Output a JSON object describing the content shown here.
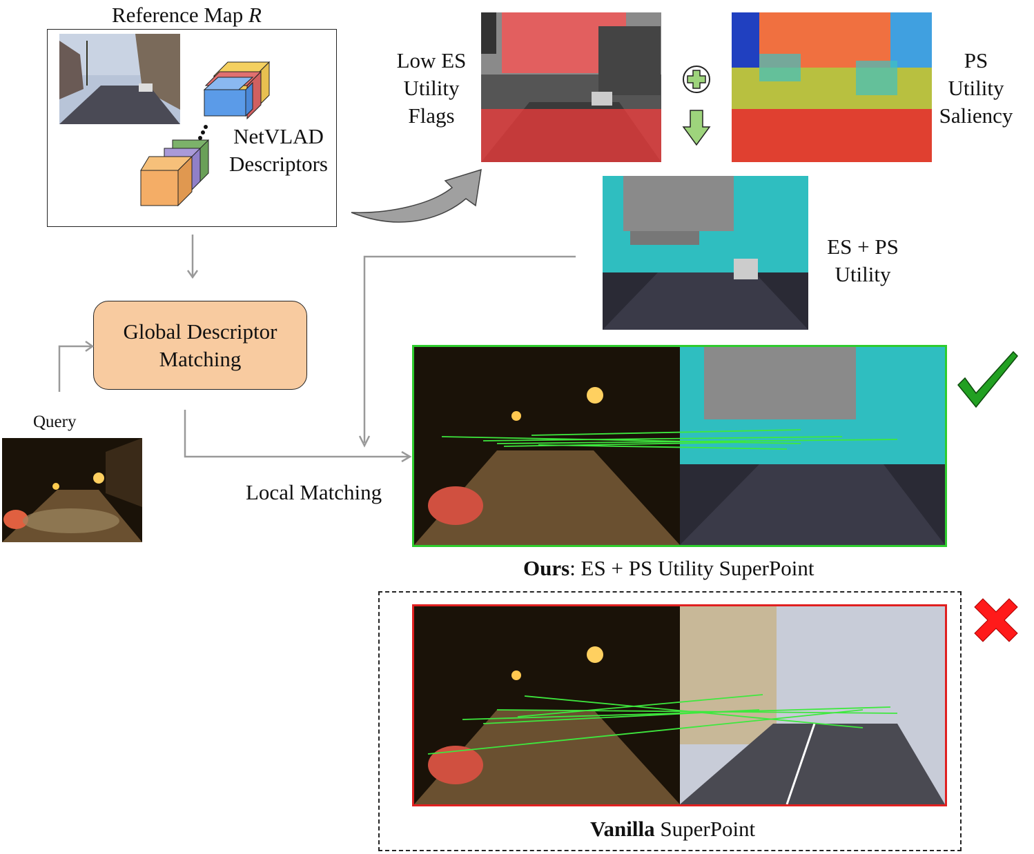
{
  "reference_map": {
    "title_text": "Reference Map ",
    "title_var": "R"
  },
  "netvlad": {
    "line1": "NetVLAD",
    "line2": "Descriptors"
  },
  "low_es": {
    "line1": "Low ES",
    "line2": "Utility",
    "line3": "Flags"
  },
  "ps": {
    "line1": "PS",
    "line2": "Utility",
    "line3": "Saliency"
  },
  "es_ps": {
    "line1": "ES + PS",
    "line2": "Utility"
  },
  "global_matching": {
    "line1": "Global Descriptor",
    "line2": "Matching"
  },
  "query": {
    "label": "Query"
  },
  "local_matching": {
    "label": "Local Matching"
  },
  "ours": {
    "bold": "Ours",
    "rest": ": ES + PS Utility SuperPoint"
  },
  "vanilla": {
    "bold": "Vanilla",
    "rest": " SuperPoint"
  },
  "colors": {
    "box_fill": "#f8cba0",
    "ours_border": "#2ecc2e",
    "vanilla_border": "#e02020",
    "match_line": "#3ee83e",
    "es_overlay": "#ff4040",
    "utility_overlay": "#30e0e0",
    "arrow_gray": "#999999"
  },
  "icons": [
    "plus-circle-icon",
    "down-arrow-icon",
    "checkmark-icon",
    "cross-icon",
    "curved-arrow-icon"
  ]
}
